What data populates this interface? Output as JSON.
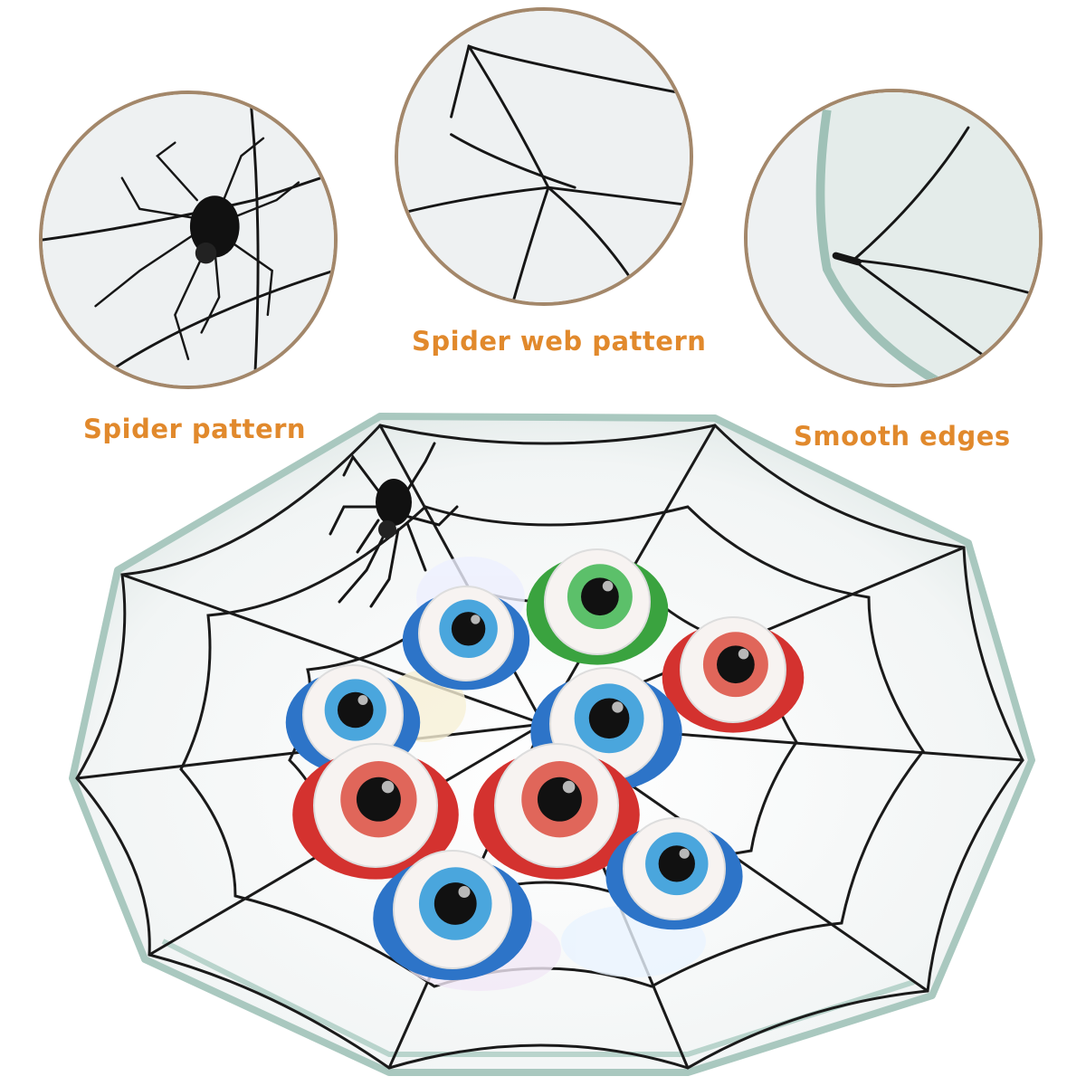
{
  "callouts": [
    {
      "label": "Spider pattern"
    },
    {
      "label": "Spider web pattern"
    },
    {
      "label": "Smooth edges"
    }
  ],
  "colors": {
    "circle_border": "#a3876a",
    "label_text": "#e1892c",
    "web_line": "#1a1a1a",
    "glass_edge": "#a9c8bf"
  },
  "candies": [
    {
      "color": "blue"
    },
    {
      "color": "green"
    },
    {
      "color": "blue"
    },
    {
      "color": "red"
    },
    {
      "color": "blue"
    },
    {
      "color": "blue"
    },
    {
      "color": "red"
    },
    {
      "color": "red"
    },
    {
      "color": "blue"
    },
    {
      "color": "blue"
    }
  ]
}
